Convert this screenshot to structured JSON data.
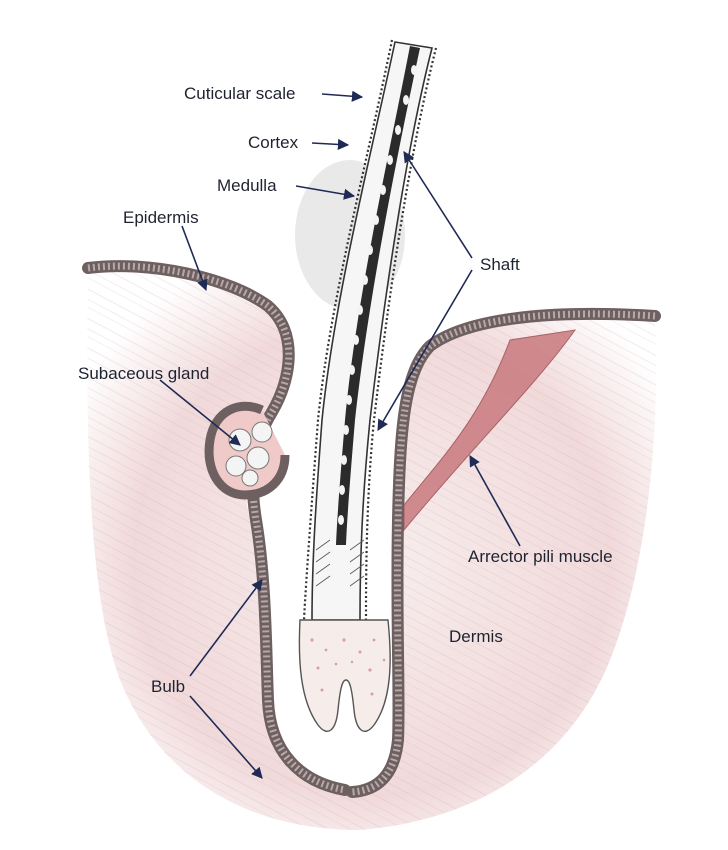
{
  "labels": {
    "cuticular_scale": "Cuticular scale",
    "cortex": "Cortex",
    "medulla": "Medulla",
    "epidermis": "Epidermis",
    "shaft": "Shaft",
    "subaceous_gland": "Subaceous gland",
    "arrector_pili_muscle": "Arrector pili muscle",
    "dermis": "Dermis",
    "bulb": "Bulb"
  },
  "colors": {
    "dermis_tint": "#f3dede",
    "dermis_edge": "#e7bfc3",
    "epidermis_band": "#7d6e6e",
    "hair_outline": "#333333",
    "medulla_fill": "#2b2b2b",
    "muscle": "#c97a7f",
    "leader_line": "#1f2a55",
    "bulb_fill": "#f6ecea"
  }
}
